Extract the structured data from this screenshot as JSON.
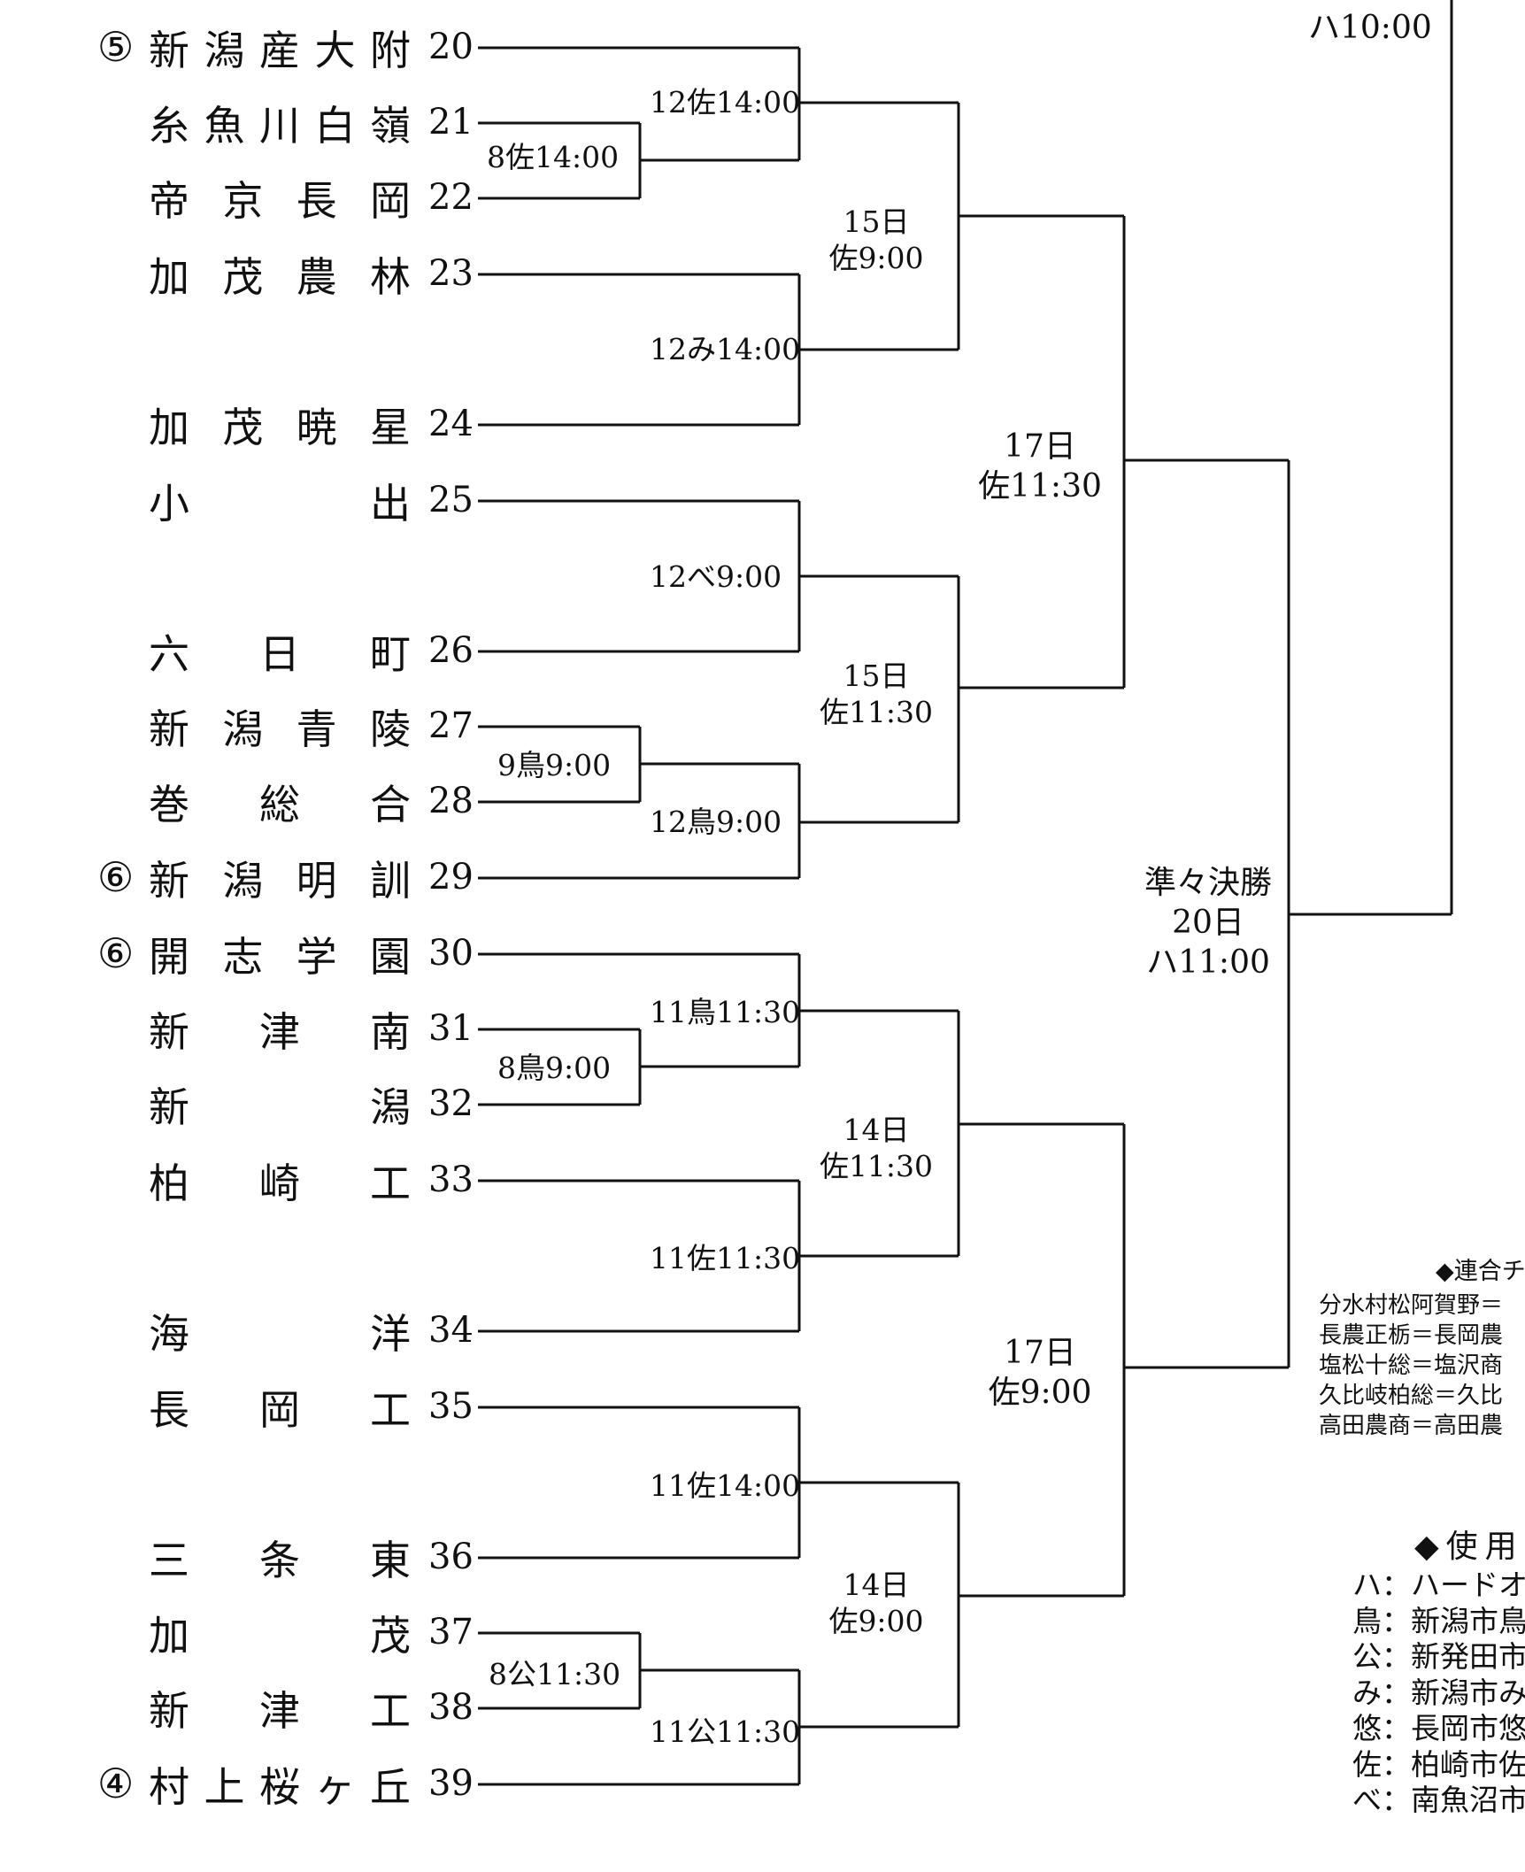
{
  "teams": [
    {
      "seed": "⑤",
      "name": "新潟産大附",
      "num": "20"
    },
    {
      "seed": "",
      "name": "糸魚川白嶺",
      "num": "21"
    },
    {
      "seed": "",
      "name": "帝京長岡",
      "num": "22"
    },
    {
      "seed": "",
      "name": "加茂農林",
      "num": "23"
    },
    {
      "seed": "",
      "name": "加茂暁星",
      "num": "24"
    },
    {
      "seed": "",
      "name": "小出",
      "num": "25"
    },
    {
      "seed": "",
      "name": "六日町",
      "num": "26"
    },
    {
      "seed": "",
      "name": "新潟青陵",
      "num": "27"
    },
    {
      "seed": "",
      "name": "巻総合",
      "num": "28"
    },
    {
      "seed": "⑥",
      "name": "新潟明訓",
      "num": "29"
    },
    {
      "seed": "⑥",
      "name": "開志学園",
      "num": "30"
    },
    {
      "seed": "",
      "name": "新津南",
      "num": "31"
    },
    {
      "seed": "",
      "name": "新潟",
      "num": "32"
    },
    {
      "seed": "",
      "name": "柏崎工",
      "num": "33"
    },
    {
      "seed": "",
      "name": "海洋",
      "num": "34"
    },
    {
      "seed": "",
      "name": "長岡工",
      "num": "35"
    },
    {
      "seed": "",
      "name": "三条東",
      "num": "36"
    },
    {
      "seed": "",
      "name": "加茂",
      "num": "37"
    },
    {
      "seed": "",
      "name": "新津工",
      "num": "38"
    },
    {
      "seed": "④",
      "name": "村上桜ヶ丘",
      "num": "39"
    }
  ],
  "matches": {
    "r1_21_22": "8佐14:00",
    "r1_27_28": "9鳥9:00",
    "r1_31_32": "8鳥9:00",
    "r1_37_38": "8公11:30",
    "r2_a": "12佐14:00",
    "r2_b": "12み14:00",
    "r2_c": "12べ9:00",
    "r2_d": "12鳥9:00",
    "r2_e": "11鳥11:30",
    "r2_f": "11佐11:30",
    "r2_g": "11佐14:00",
    "r2_h": "11公11:30",
    "r3_a": [
      "15日",
      "佐9:00"
    ],
    "r3_b": [
      "15日",
      "佐11:30"
    ],
    "r3_c": [
      "14日",
      "佐11:30"
    ],
    "r3_d": [
      "14日",
      "佐9:00"
    ],
    "r4_a": [
      "17日",
      "佐11:30"
    ],
    "r4_b": [
      "17日",
      "佐9:00"
    ],
    "quarterfinal": [
      "準々決勝",
      "20日",
      "ハ11:00"
    ],
    "top_right": "ハ10:00"
  },
  "notes": {
    "combined_header": "◆連合チ",
    "combined_lines": [
      "分水村松阿賀野＝",
      "長農正栃＝長岡農",
      "塩松十総＝塩沢商",
      "久比岐柏総＝久比",
      "高田農商＝高田農"
    ],
    "venues_header": "◆使用",
    "venues": [
      "ハ：ハードオ",
      "鳥：新潟市鳥",
      "公：新発田市",
      "み：新潟市み",
      "悠：長岡市悠",
      "佐：柏崎市佐",
      "べ：南魚沼市"
    ]
  }
}
